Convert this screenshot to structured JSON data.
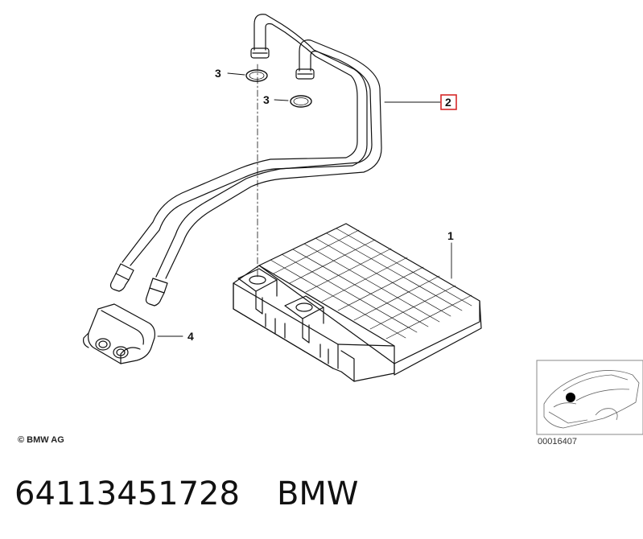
{
  "diagram": {
    "callouts": {
      "heater_core": "1",
      "pipe_assembly": "2",
      "o_ring_left": "3",
      "o_ring_right": "3",
      "grommet": "4"
    },
    "copyright": "© BMW AG",
    "thumbnail_code": "00016407"
  },
  "footer": {
    "part_number": "64113451728",
    "brand": "BMW"
  },
  "colors": {
    "line": "#111111",
    "highlight_box": "#d62828"
  }
}
